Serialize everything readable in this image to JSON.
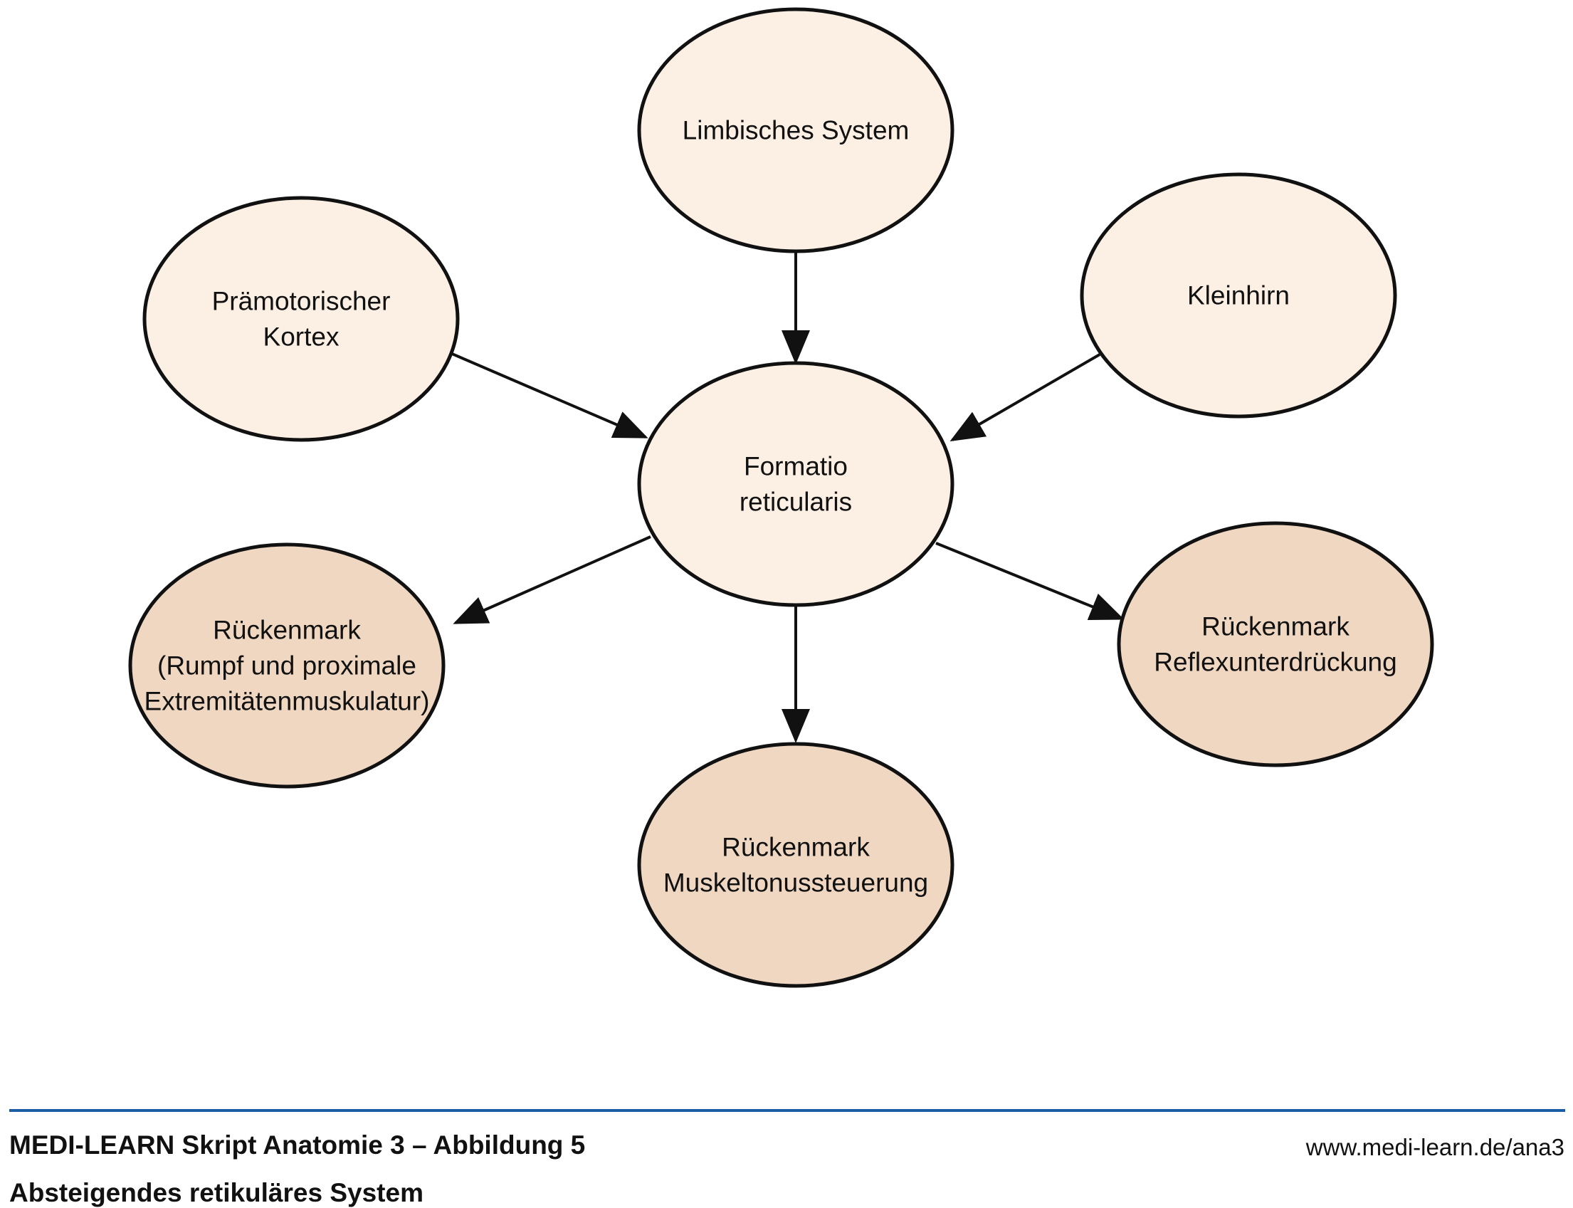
{
  "colors": {
    "source_fill": "#fcefe3",
    "target_fill": "#efd7c2",
    "stroke": "#111111",
    "accent_rule": "#1c5ea3"
  },
  "nodes": {
    "limbisch": {
      "lines": [
        "Limbisches System"
      ],
      "role": "source"
    },
    "praemotorisch": {
      "lines": [
        "Prämotorischer",
        "Kortex"
      ],
      "role": "source"
    },
    "kleinhirn": {
      "lines": [
        "Kleinhirn"
      ],
      "role": "source"
    },
    "formatio": {
      "lines": [
        "Formatio",
        "reticularis"
      ],
      "role": "source"
    },
    "rm_rumpf": {
      "lines": [
        "Rückenmark",
        "(Rumpf und proximale",
        "Extremitätenmuskulatur)"
      ],
      "role": "target"
    },
    "rm_tonus": {
      "lines": [
        "Rückenmark",
        "Muskeltonussteuerung"
      ],
      "role": "target"
    },
    "rm_reflex": {
      "lines": [
        "Rückenmark",
        "Reflexunterdrückung"
      ],
      "role": "target"
    }
  },
  "edges": [
    {
      "from": "limbisch",
      "to": "formatio"
    },
    {
      "from": "praemotorisch",
      "to": "formatio"
    },
    {
      "from": "kleinhirn",
      "to": "formatio"
    },
    {
      "from": "formatio",
      "to": "rm_rumpf"
    },
    {
      "from": "formatio",
      "to": "rm_tonus"
    },
    {
      "from": "formatio",
      "to": "rm_reflex"
    }
  ],
  "footer": {
    "title": "MEDI-LEARN Skript Anatomie 3 – Abbildung 5",
    "subtitle": "Absteigendes retikuläres System",
    "url": "www.medi-learn.de/ana3"
  }
}
